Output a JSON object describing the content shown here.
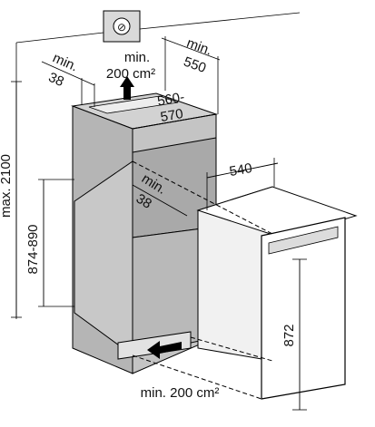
{
  "labels": {
    "socket_glyph": "⊘",
    "max_height": "max. 2100",
    "niche_height": "874-890",
    "depth_min_value": "min.",
    "depth_min_number": "550",
    "vent_top_line1": "min.",
    "vent_top_line2": "200 cm²",
    "gap_min": "min.",
    "gap_value": "38",
    "niche_width_line1": "560-",
    "niche_width_line2": "570",
    "appliance_depth": "540",
    "door_min": "min.",
    "door_value": "38",
    "appliance_height": "872",
    "vent_bottom": "min. 200 cm²"
  },
  "colors": {
    "cabinet": "#bdbdbd",
    "cabinet_dark": "#a9a9a9",
    "cabinet_light": "#d2d2d2",
    "outline": "#000000",
    "appliance": "#ffffff",
    "arrow": "#000000"
  }
}
